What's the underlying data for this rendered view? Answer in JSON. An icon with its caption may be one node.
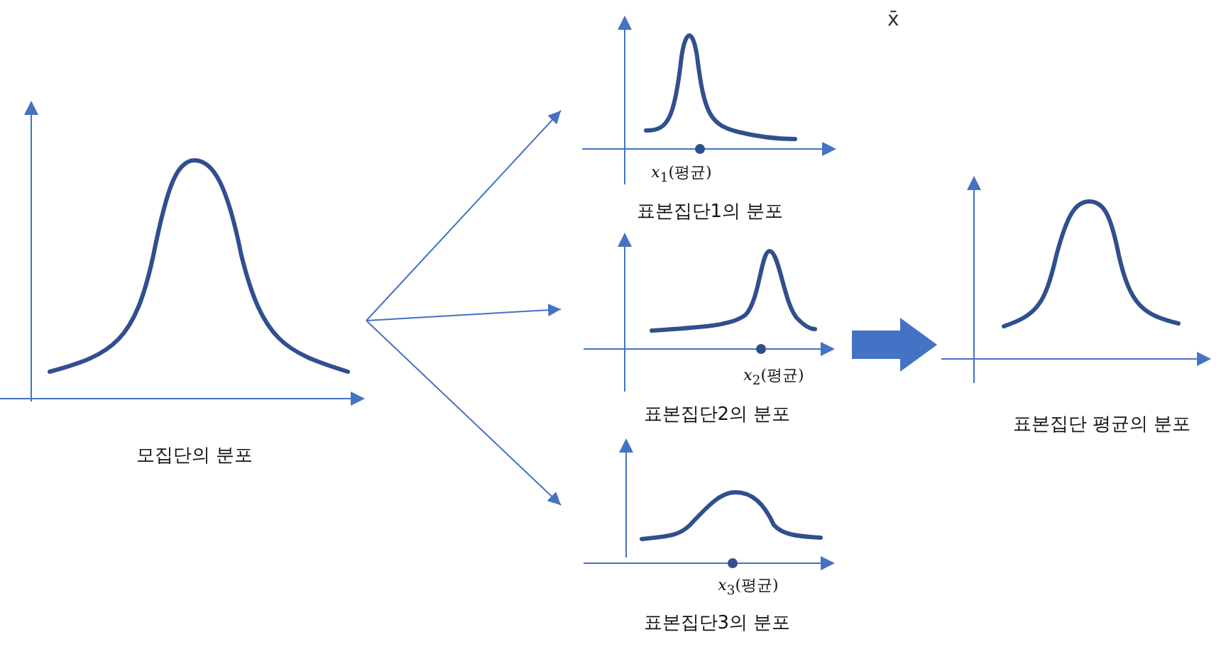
{
  "diagram": {
    "nodes": [
      {
        "text": [
          "모집단의 분포"
        ]
      },
      {
        "text": [
          "*x*$_{1}$(평균)",
          "표본집단1의 분포"
        ]
      },
      {
        "text": [
          "*x*$_{2}$(평균)",
          "표본집단2의 분포"
        ]
      },
      {
        "text": [
          "*x*$_{3}$(평균)",
          "표본집단3의 분포"
        ]
      },
      {
        "text": [
          "표본집단 평균의 분포"
        ]
      }
    ],
    "edges": [
      {
        "from": 0,
        "to": 1,
        "arrow": "to"
      },
      {
        "from": 0,
        "to": 2,
        "arrow": "to"
      },
      {
        "from": 0,
        "to": 3,
        "arrow": "to"
      },
      {
        "from": 2,
        "to": 4,
        "arrow": "to",
        "style": "thick"
      }
    ],
    "labels": [
      "x̄"
    ]
  }
}
